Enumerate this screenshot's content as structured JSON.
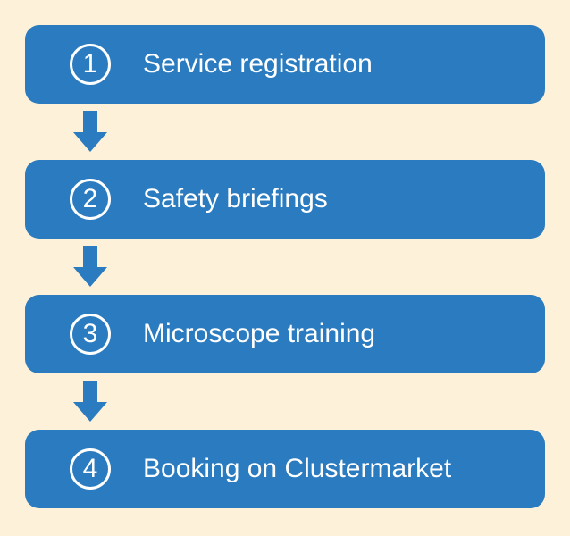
{
  "colors": {
    "background": "#fdf1da",
    "box": "#2a7bbf",
    "text": "#ffffff",
    "arrow": "#2a7bbf"
  },
  "steps": [
    {
      "number": "1",
      "label": "Service registration"
    },
    {
      "number": "2",
      "label": "Safety briefings"
    },
    {
      "number": "3",
      "label": "Microscope training"
    },
    {
      "number": "4",
      "label": "Booking on Clustermarket"
    }
  ],
  "arrow_icon": "arrow-down-icon"
}
